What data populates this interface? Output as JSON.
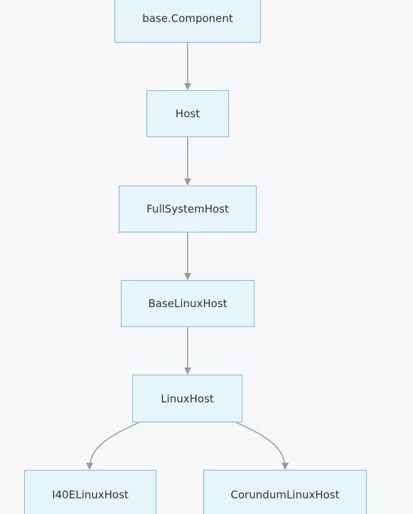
{
  "diagram": {
    "nodes": {
      "base_component": "base.Component",
      "host": "Host",
      "full_system_host": "FullSystemHost",
      "base_linux_host": "BaseLinuxHost",
      "linux_host": "LinuxHost",
      "i40e_linux_host": "I40ELinuxHost",
      "corundum_linux_host": "CorundumLinuxHost"
    },
    "edges": [
      [
        "base.Component",
        "Host"
      ],
      [
        "Host",
        "FullSystemHost"
      ],
      [
        "FullSystemHost",
        "BaseLinuxHost"
      ],
      [
        "BaseLinuxHost",
        "LinuxHost"
      ],
      [
        "LinuxHost",
        "I40ELinuxHost"
      ],
      [
        "LinuxHost",
        "CorundumLinuxHost"
      ]
    ],
    "colors": {
      "background": "#f7f8fa",
      "node_fill": "#e6f5fc",
      "node_border": "#7fb2f0",
      "edge": "#999999",
      "text": "#333333"
    }
  }
}
